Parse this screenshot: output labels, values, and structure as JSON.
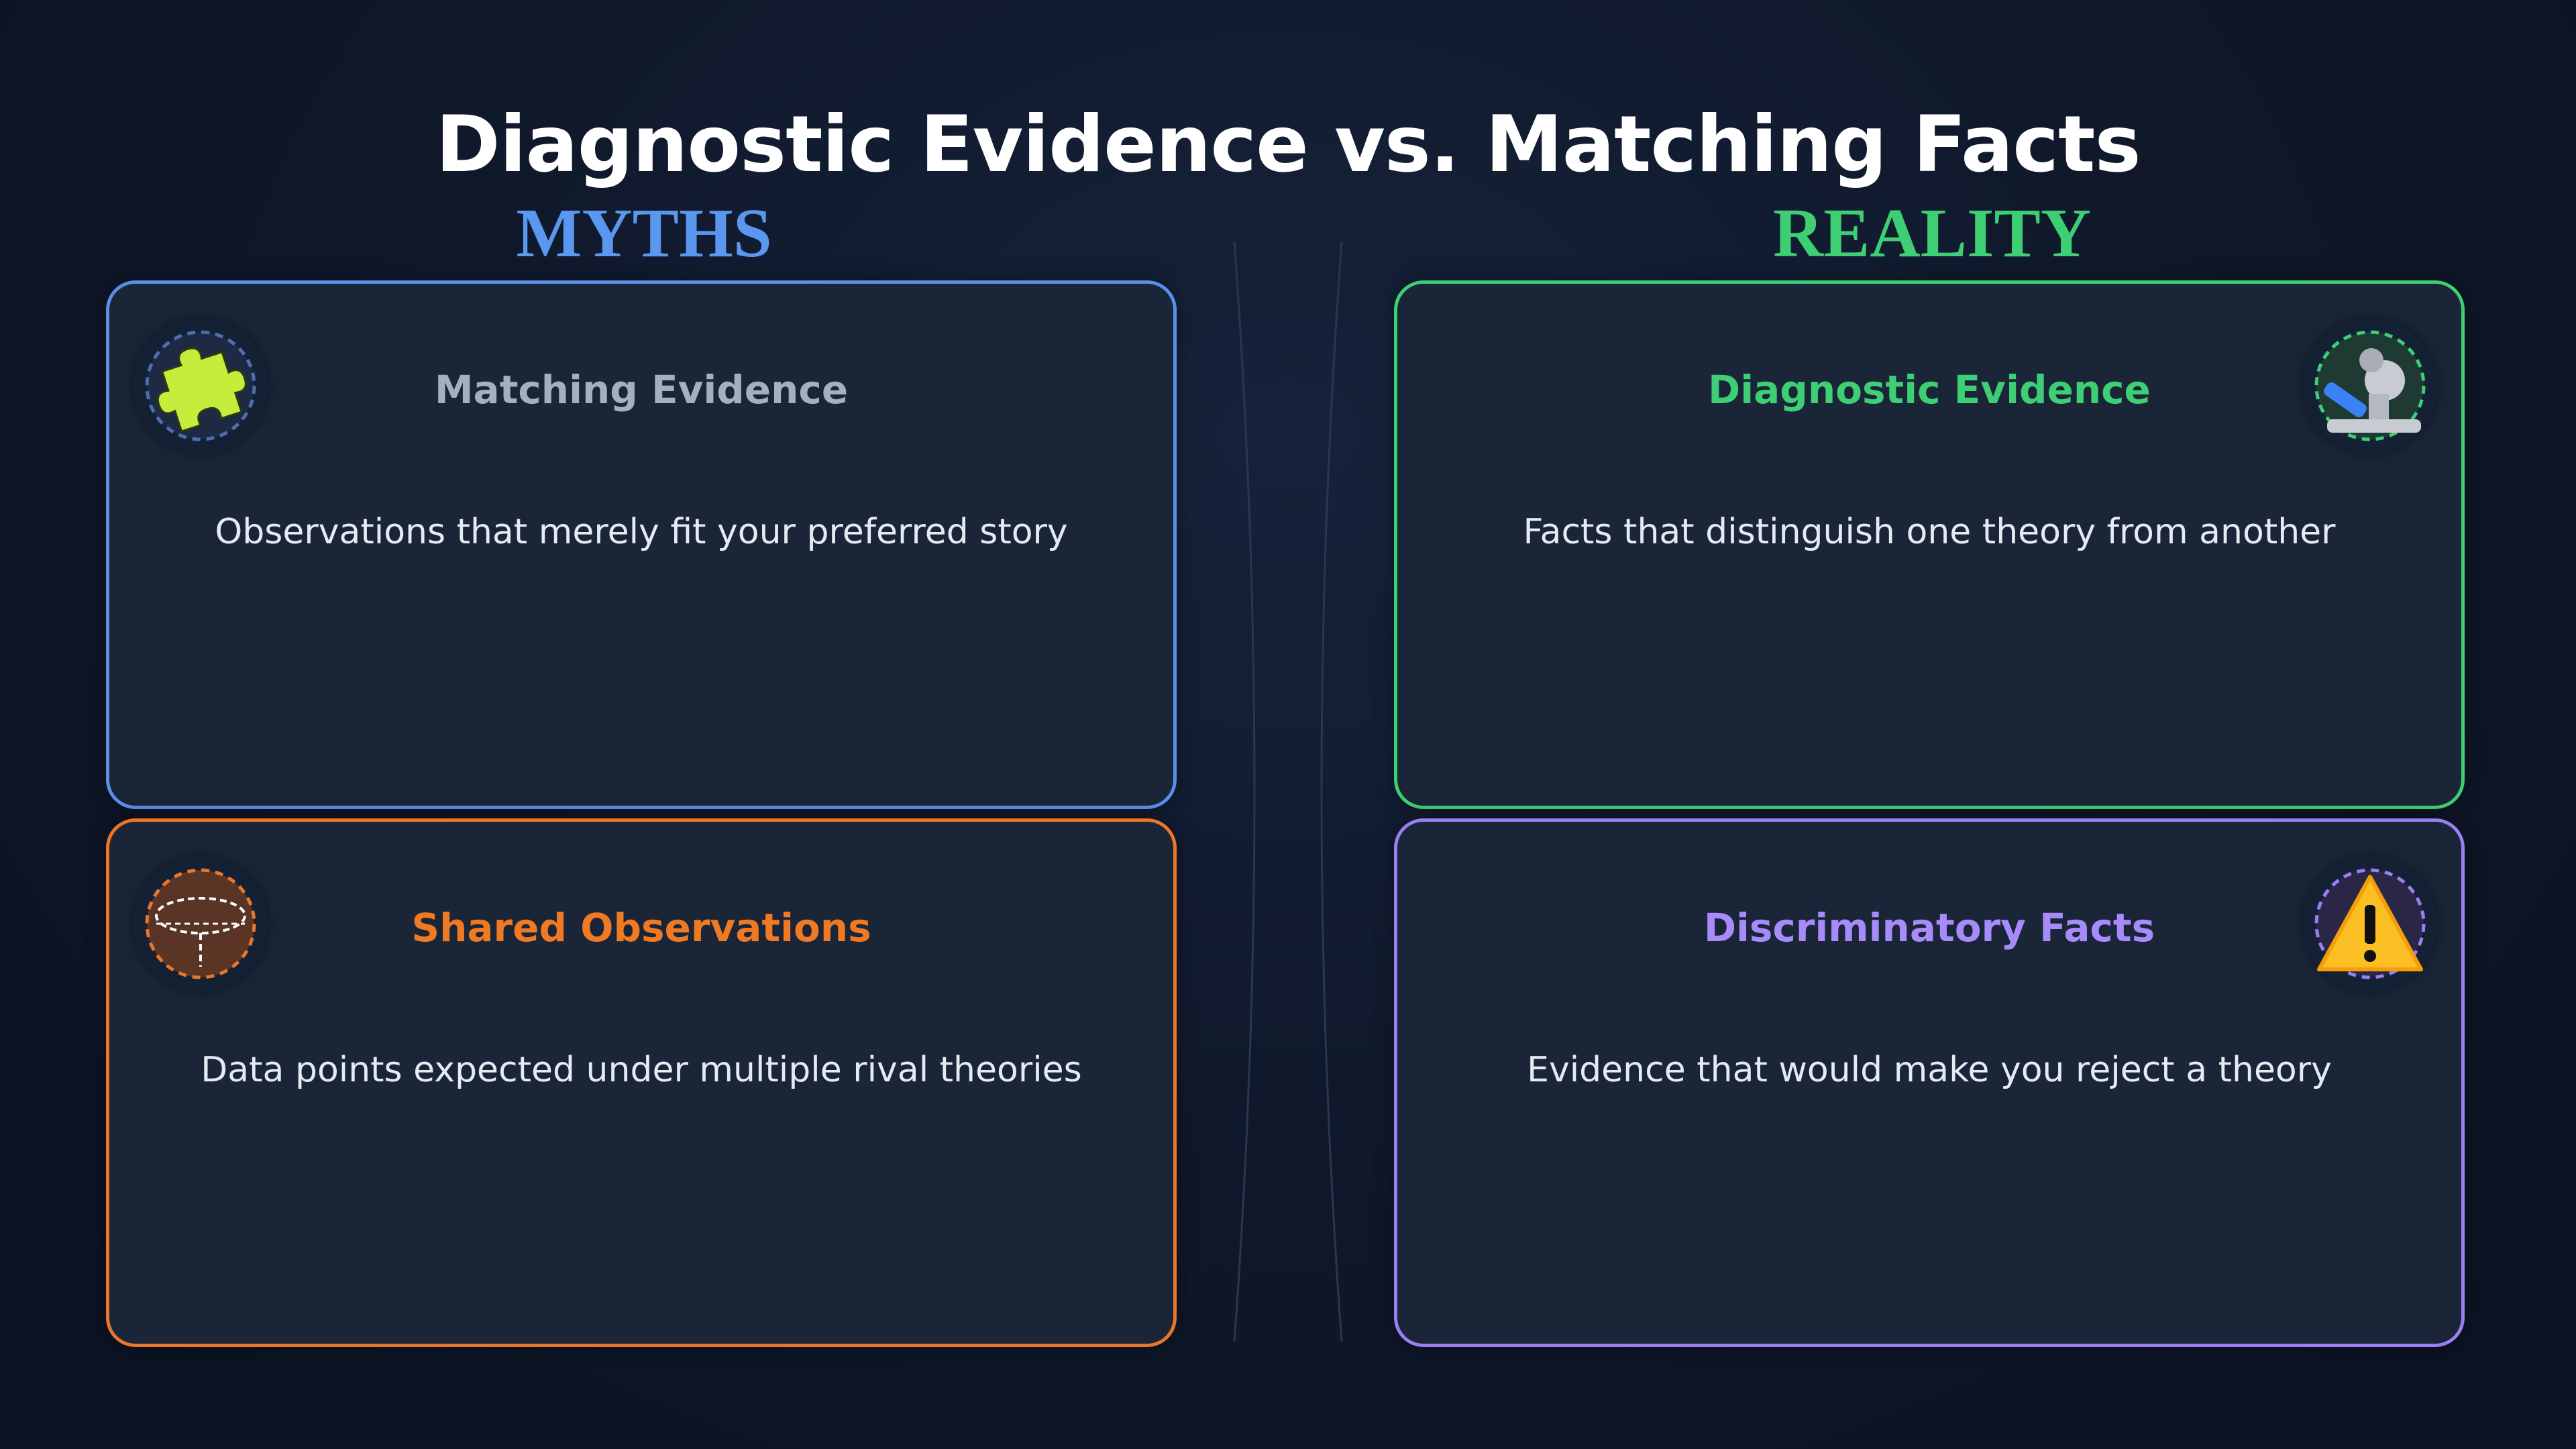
{
  "title": "Diagnostic Evidence vs. Matching Facts",
  "columns": {
    "myths": {
      "label": "MYTHS",
      "color": "#5a97ef"
    },
    "reality": {
      "label": "REALITY",
      "color": "#3ecf74"
    }
  },
  "cards": [
    {
      "title": "Matching Evidence",
      "description": "Observations that merely fit your preferred story",
      "icon": "puzzle-piece-icon",
      "title_color": "#a3b0c2",
      "border_color": "#5b8fe6"
    },
    {
      "title": "Diagnostic Evidence",
      "description": "Facts that distinguish one theory from another",
      "icon": "microscope-icon",
      "title_color": "#3ecf74",
      "border_color": "#3ecf74"
    },
    {
      "title": "Shared Observations",
      "description": "Data points expected under multiple rival theories",
      "icon": "table-icon",
      "title_color": "#ef7a23",
      "border_color": "#e9762b"
    },
    {
      "title": "Discriminatory Facts",
      "description": "Evidence that would make you reject a theory",
      "icon": "warning-icon",
      "title_color": "#a78bfa",
      "border_color": "#9b7ef0"
    }
  ]
}
